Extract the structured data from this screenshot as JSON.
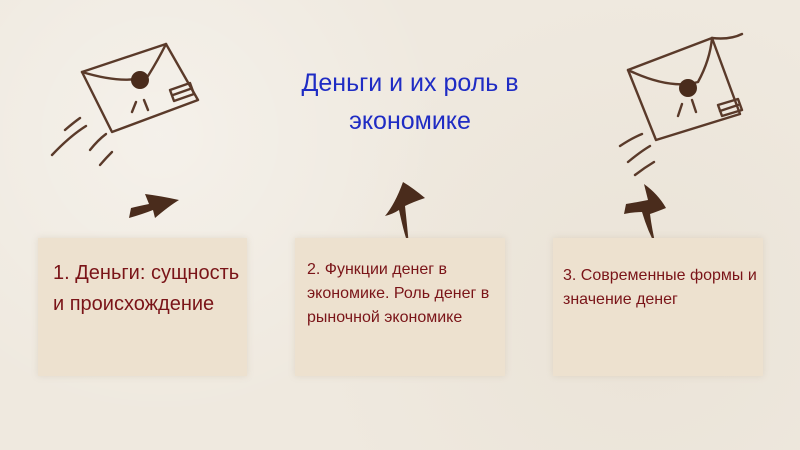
{
  "slide": {
    "title": "Деньги и их роль в экономике",
    "cards": [
      {
        "label": "1. Деньги: сущность и происхождение"
      },
      {
        "label": "2. Функции денег в экономике. Роль денег в рыночной экономике"
      },
      {
        "label": "3. Современные формы и значение денег"
      }
    ]
  },
  "colors": {
    "background": "#efe9df",
    "title": "#1f2cc4",
    "card": "#ede1cf",
    "card_text": "#7a1418",
    "sketch": "#5a3a2a",
    "arrow": "#4a2c1c"
  },
  "icons": [
    "envelope-icon",
    "wax-seal-icon",
    "arrow-icon"
  ]
}
